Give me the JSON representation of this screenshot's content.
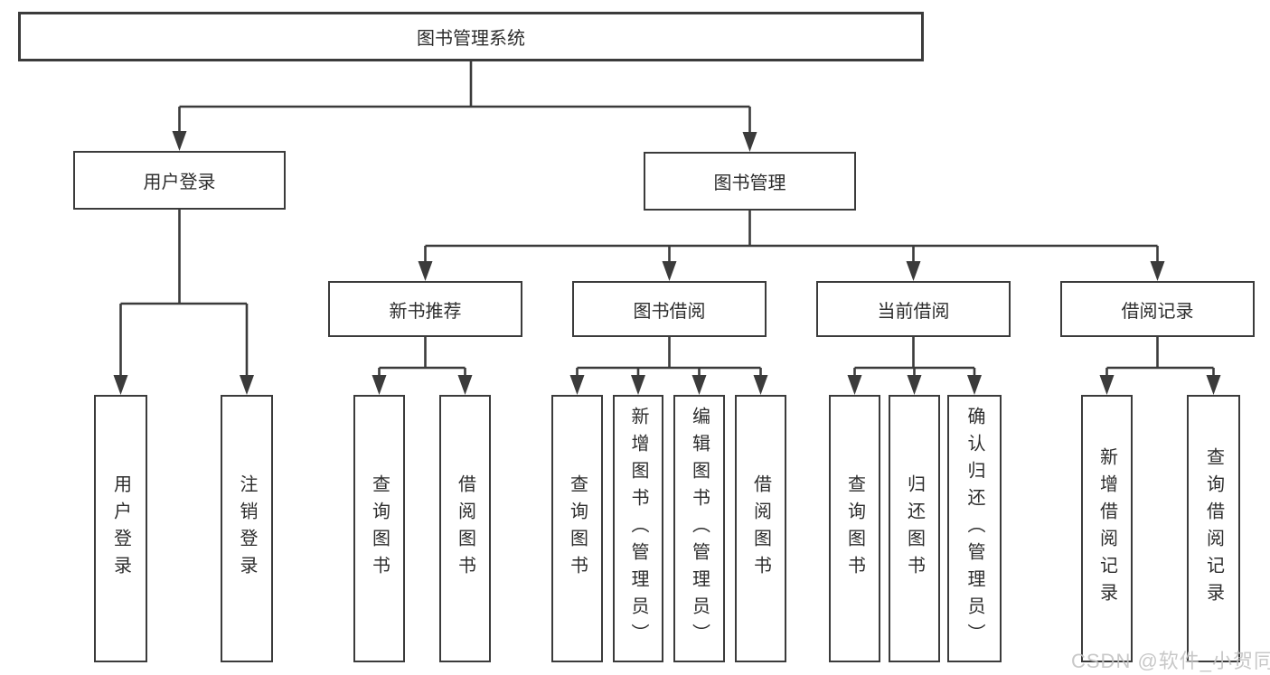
{
  "tree": {
    "root": {
      "label": "图书管理系统",
      "children": [
        {
          "label": "用户登录",
          "children": [
            {
              "label": "用户登录"
            },
            {
              "label": "注销登录"
            }
          ]
        },
        {
          "label": "图书管理",
          "children": [
            {
              "label": "新书推荐",
              "children": [
                {
                  "label": "查询图书"
                },
                {
                  "label": "借阅图书"
                }
              ]
            },
            {
              "label": "图书借阅",
              "children": [
                {
                  "label": "查询图书"
                },
                {
                  "label": "新增图书（管理员）"
                },
                {
                  "label": "编辑图书（管理员）"
                },
                {
                  "label": "借阅图书"
                }
              ]
            },
            {
              "label": "当前借阅",
              "children": [
                {
                  "label": "查询图书"
                },
                {
                  "label": "归还图书"
                },
                {
                  "label": "确认归还（管理员）"
                }
              ]
            },
            {
              "label": "借阅记录",
              "children": [
                {
                  "label": "新增借阅记录"
                },
                {
                  "label": "查询借阅记录"
                }
              ]
            }
          ]
        }
      ]
    }
  },
  "watermark": {
    "text": "CSDN @软件_小贺同学"
  },
  "colors": {
    "line": "#3b3b3b",
    "text": "#2d2d2d",
    "box_background": "#ffffff",
    "page_background": "#ffffff",
    "watermark": "#c3c3c3"
  }
}
